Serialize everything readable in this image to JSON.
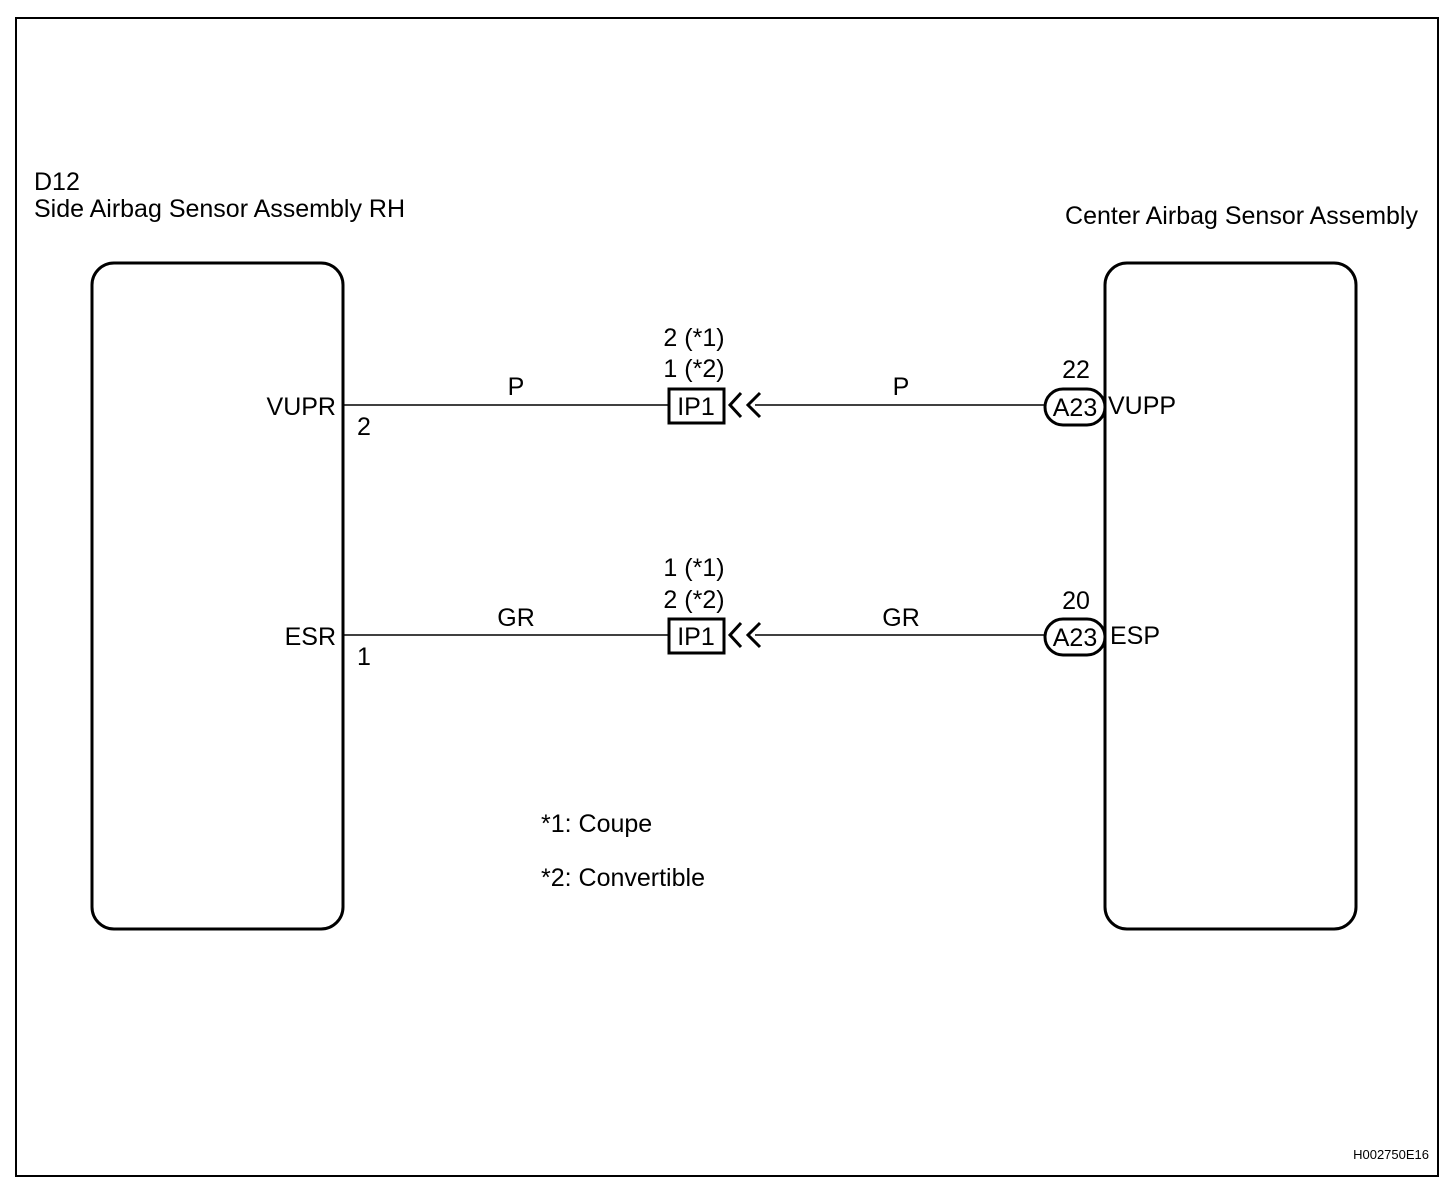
{
  "left_component": {
    "code": "D12",
    "name": "Side Airbag Sensor Assembly RH"
  },
  "right_component": {
    "name": "Center Airbag Sensor Assembly"
  },
  "circuits": [
    {
      "left_terminal_name": "VUPR",
      "left_pin": "2",
      "left_wire_color": "P",
      "connector": "IP1",
      "connector_pin_line1": "2 (*1)",
      "connector_pin_line2": "1 (*2)",
      "right_wire_color": "P",
      "right_connector": "A23",
      "right_pin": "22",
      "right_terminal_name": "VUPP"
    },
    {
      "left_terminal_name": "ESR",
      "left_pin": "1",
      "left_wire_color": "GR",
      "connector": "IP1",
      "connector_pin_line1": "1 (*1)",
      "connector_pin_line2": "2 (*2)",
      "right_wire_color": "GR",
      "right_connector": "A23",
      "right_pin": "20",
      "right_terminal_name": "ESP"
    }
  ],
  "notes": {
    "note1": "*1: Coupe",
    "note2": "*2: Convertible"
  },
  "figure_id": "H002750E16"
}
